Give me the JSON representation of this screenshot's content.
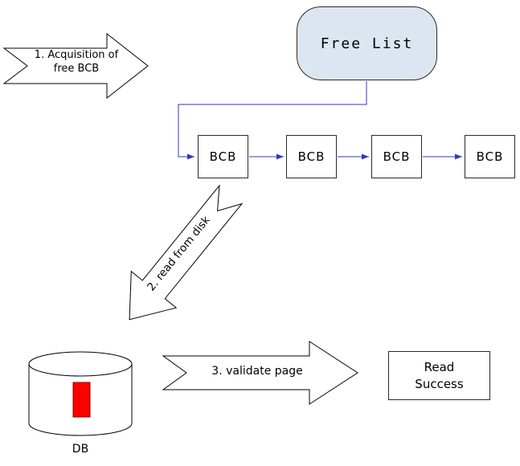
{
  "colors": {
    "connector_blue": "#3333cc",
    "free_list_fill": "#dce6f1",
    "db_marker_red": "#ff0000",
    "shape_outline": "#000000",
    "background": "#ffffff"
  },
  "arrows": {
    "step1": {
      "label": "1. Acquisition of\nfree BCB"
    },
    "step2": {
      "label": "2. read from disk"
    },
    "step3": {
      "label": "3. validate page"
    }
  },
  "nodes": {
    "free_list": {
      "label": "Free List"
    },
    "bcb_chain": [
      "BCB",
      "BCB",
      "BCB",
      "BCB"
    ],
    "read_success": {
      "label": "Read\nSuccess"
    },
    "db": {
      "label": "DB"
    }
  }
}
